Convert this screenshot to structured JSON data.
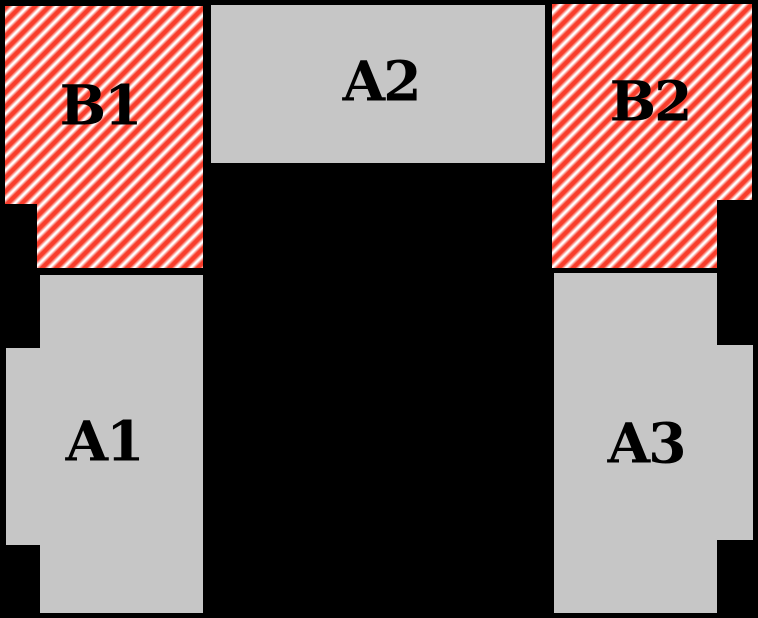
{
  "diagram": {
    "type": "zone-map",
    "background_color": "#000000",
    "colors": {
      "hatch_red": "#f83d2b",
      "hatch_white": "#ffffff",
      "zone_gray": "#c6c6c6",
      "label_text": "#000000"
    },
    "regions": [
      {
        "id": "B1",
        "label": "B1",
        "fill": "hatched-red",
        "position": "top-left"
      },
      {
        "id": "A2",
        "label": "A2",
        "fill": "solid-gray",
        "position": "top-center"
      },
      {
        "id": "B2",
        "label": "B2",
        "fill": "hatched-red",
        "position": "top-right"
      },
      {
        "id": "A1",
        "label": "A1",
        "fill": "solid-gray",
        "position": "bottom-left"
      },
      {
        "id": "A3",
        "label": "A3",
        "fill": "solid-gray",
        "position": "bottom-right"
      }
    ]
  }
}
